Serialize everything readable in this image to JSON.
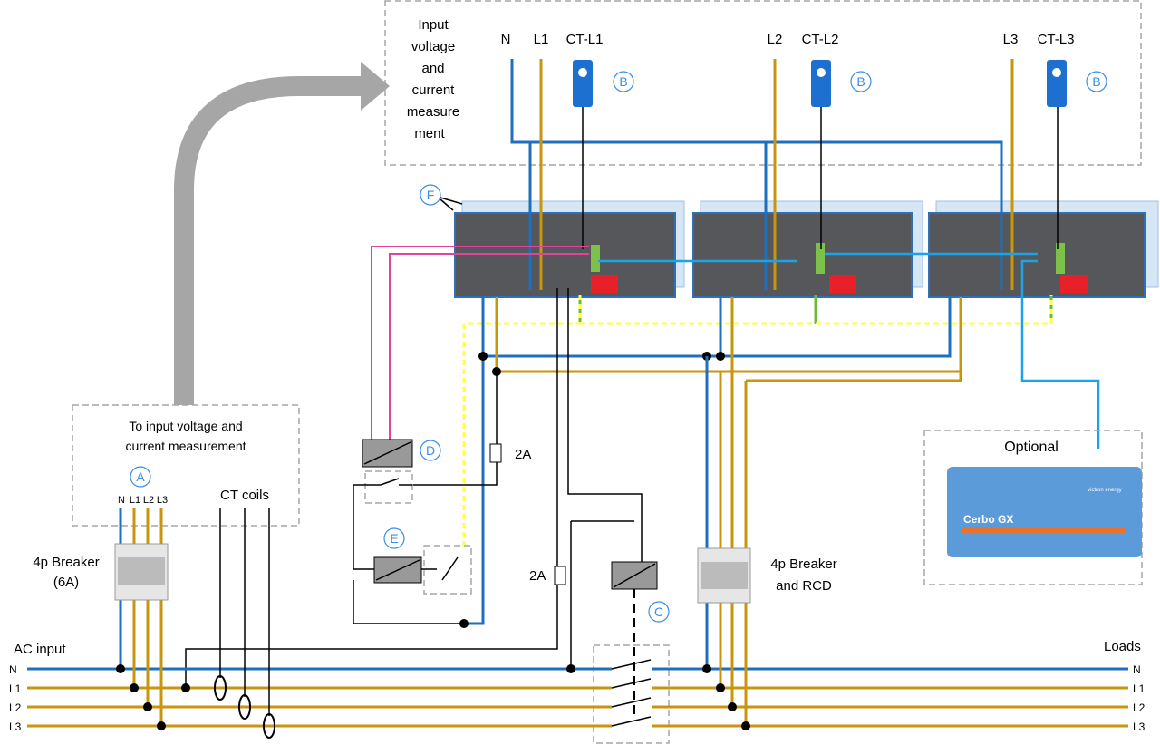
{
  "top_box": {
    "title_lines": [
      "Input",
      "voltage",
      "and",
      "current",
      "measure",
      "ment"
    ],
    "labels": {
      "n": "N",
      "l1": "L1",
      "ct_l1": "CT-L1",
      "l2": "L2",
      "ct_l2": "CT-L2",
      "l3": "L3",
      "ct_l3": "CT-L3"
    }
  },
  "markers": {
    "a": "A",
    "b": "B",
    "c": "C",
    "d": "D",
    "e": "E",
    "f": "F"
  },
  "left_box": {
    "lines": [
      "To input voltage and",
      "current measurement"
    ],
    "wire_labels": [
      "N",
      "L1",
      "L2",
      "L3"
    ]
  },
  "ct_coils_label": "CT coils",
  "breaker_in": {
    "lines": [
      "4p Breaker",
      "(6A)"
    ]
  },
  "breaker_out": {
    "lines": [
      "4p Breaker",
      "and RCD"
    ]
  },
  "fuse_label": "2A",
  "ac_input_label": "AC input",
  "loads_label": "Loads",
  "bus_labels": [
    "N",
    "L1",
    "L2",
    "L3"
  ],
  "optional": {
    "title": "Optional",
    "device": "Cerbo GX",
    "brand": "victron energy"
  },
  "colors": {
    "neutral": "#1f6fbf",
    "phase": "#c8960c",
    "ve_bus": "#1aa3e8",
    "relay": "#e0449a",
    "ground": "#ffff44"
  }
}
